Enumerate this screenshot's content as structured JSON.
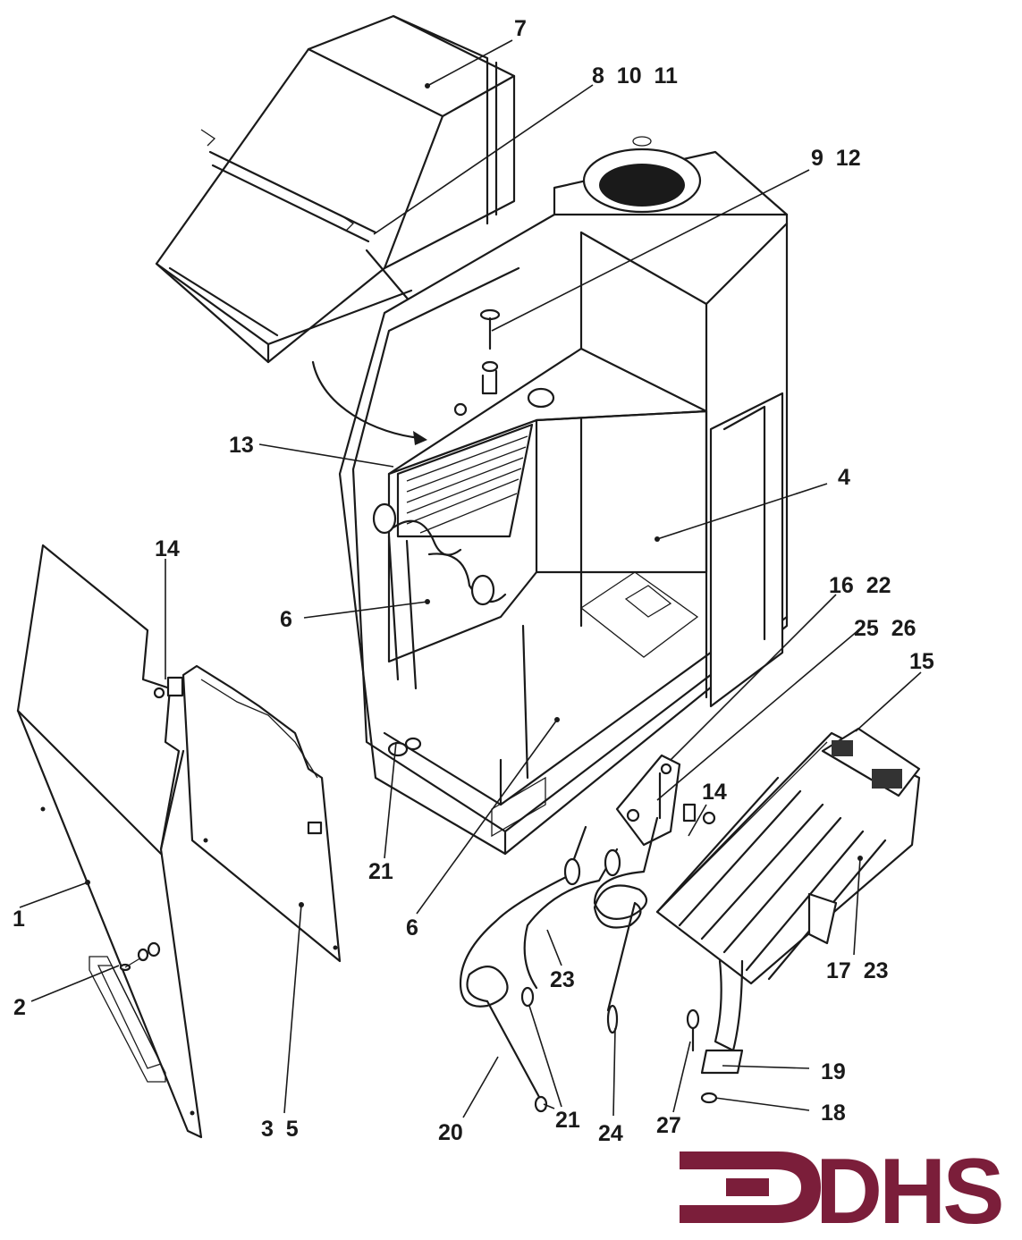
{
  "callouts": {
    "c1": "1",
    "c2": "2",
    "c3_5": "3  5",
    "c4": "4",
    "c6a": "6",
    "c6b": "6",
    "c7": "7",
    "c8_10_11": "8  10  11",
    "c9_12": "9  12",
    "c13": "13",
    "c14a": "14",
    "c14b": "14",
    "c15": "15",
    "c16_22": "16  22",
    "c17_23": "17  23",
    "c18": "18",
    "c19": "19",
    "c20": "20",
    "c21a": "21",
    "c21b": "21",
    "c23": "23",
    "c24": "24",
    "c25_26": "25  26",
    "c27": "27"
  },
  "logo": {
    "text": "DHS",
    "color": "#7b1e3a"
  },
  "colors": {
    "ink": "#1a1a1a",
    "paper": "#ffffff"
  }
}
